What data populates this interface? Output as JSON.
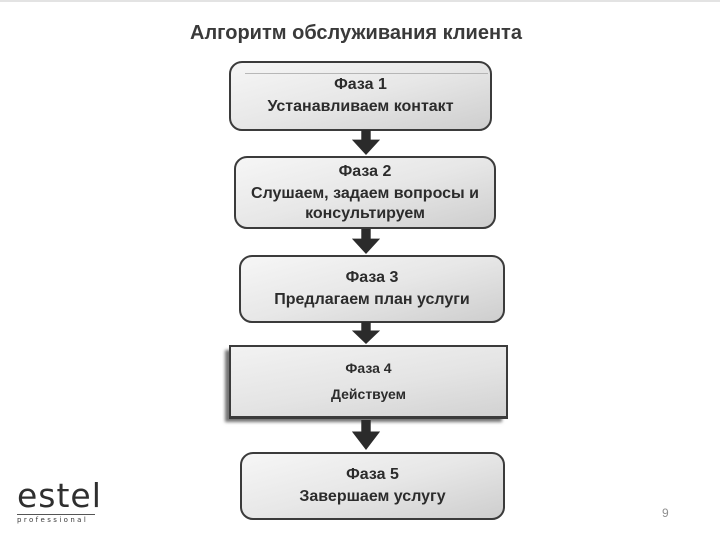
{
  "slide": {
    "title": "Алгоритм обслуживания клиента",
    "page_number": "9"
  },
  "logo": {
    "brand": "estel",
    "subtitle": "professional"
  },
  "flow": {
    "connector": "arrow-down",
    "steps": [
      {
        "phase": "Фаза 1",
        "text": "Устанавливаем контакт"
      },
      {
        "phase": "Фаза 2",
        "text": "Слушаем, задаем вопросы и консультируем"
      },
      {
        "phase": "Фаза 3",
        "text": "Предлагаем план услуги"
      },
      {
        "phase": "Фаза 4",
        "text": "Действуем"
      },
      {
        "phase": "Фаза 5",
        "text": "Завершаем услугу"
      }
    ]
  },
  "colors": {
    "arrow": "#2b2b2b",
    "box_border": "#3b3b3b",
    "box_fill_top": "#f6f6f6",
    "box_fill_bottom": "#cecece",
    "title_text": "#3a3a3a",
    "body_text": "#2c2c2c",
    "page_number_text": "#8f8f8f"
  }
}
